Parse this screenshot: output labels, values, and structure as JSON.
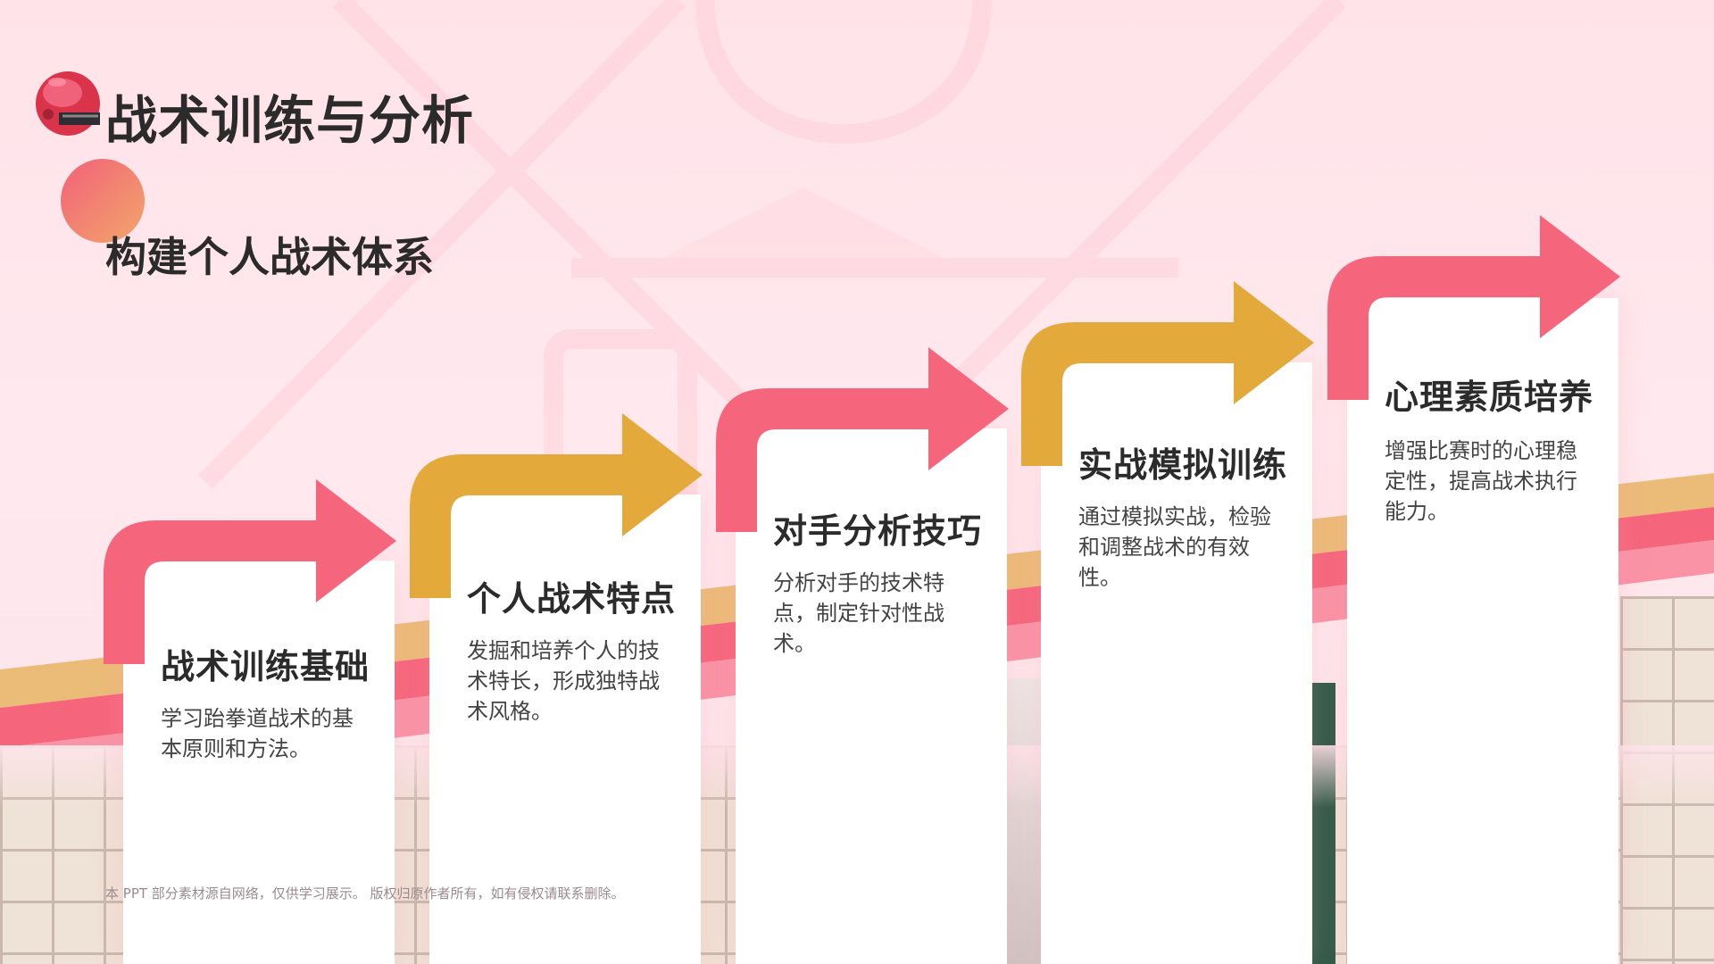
{
  "header": {
    "title": "战术训练与分析",
    "subtitle": "构建个人战术体系",
    "icon": "helmet-icon"
  },
  "steps": [
    {
      "title": "战术训练基础",
      "desc": "学习跆拳道战术的基本原则和方法。",
      "arrow_color": "#f5667c"
    },
    {
      "title": "个人战术特点",
      "desc": "发掘和培养个人的技术特长，形成独特战术风格。",
      "arrow_color": "#e3a93a"
    },
    {
      "title": "对手分析技巧",
      "desc": "分析对手的技术特点，制定针对性战术。",
      "arrow_color": "#f5667c"
    },
    {
      "title": "实战模拟训练",
      "desc": "通过模拟实战，检验和调整战术的有效性。",
      "arrow_color": "#e3a93a"
    },
    {
      "title": "心理素质培养",
      "desc": "增强比赛时的心理稳定性，提高战术执行能力。",
      "arrow_color": "#f5667c"
    }
  ],
  "footer": "本 PPT 部分素材源自网络，仅供学习展示。 版权归原作者所有，如有侵权请联系删除。",
  "colors": {
    "pink": "#f5667c",
    "gold": "#e3a93a",
    "background": "#ffe3e9"
  }
}
